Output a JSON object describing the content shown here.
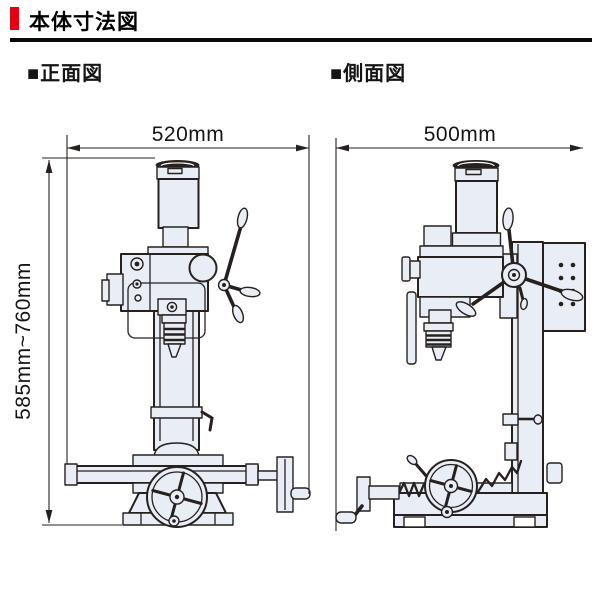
{
  "header": {
    "title": "本体寸法図",
    "accent_color": "#e60012"
  },
  "views": {
    "front": {
      "label": "■正面図",
      "width_dimension": "520mm",
      "height_dimension": "585mm~760mm"
    },
    "side": {
      "label": "■側面図",
      "width_dimension": "500mm"
    }
  },
  "drawing": {
    "machine_fill": "#e9edf6",
    "line_color": "#26211f"
  }
}
